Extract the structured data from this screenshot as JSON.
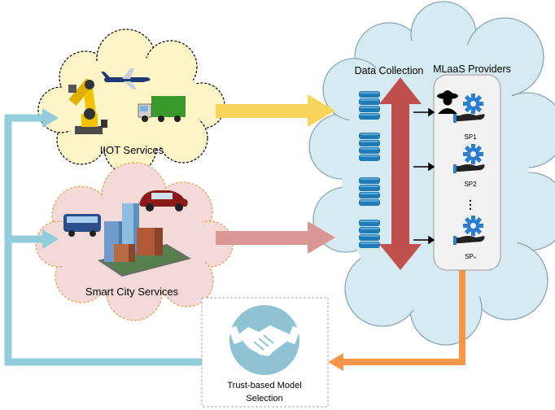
{
  "diagram": {
    "iiot_label": "IIOT Services",
    "smart_city_label": "Smart City Services",
    "data_collection_label": "Data Collection",
    "mlaas_label": "MLaaS Providers",
    "providers": [
      {
        "label": "SP1"
      },
      {
        "label": "SP2"
      },
      {
        "label": "⋮"
      },
      {
        "label": "SPₙ"
      }
    ],
    "trust_label_line1": "Trust-based Model",
    "trust_label_line2": "Selection"
  },
  "colors": {
    "iiot_cloud": "#fdf4c8",
    "smart_cloud": "#f4d9d9",
    "mlaas_cloud": "#d6eaf1",
    "yellow_arrow": "#f9d45a",
    "pink_arrow": "#d99694",
    "red_arrow": "#c0504d",
    "blue_loop": "#92cddc",
    "orange_arrow": "#f79646",
    "database": "#1f7ab6",
    "handshake_circle": "#8fc3d4",
    "provider_panel": "#f2f2f2"
  },
  "icons": {
    "robot_arm": "robot-arm-icon",
    "airplane": "airplane-icon",
    "truck": "truck-icon",
    "bus": "bus-icon",
    "car": "car-icon",
    "buildings": "city-buildings-icon",
    "database": "database-icon",
    "spy": "spy-icon",
    "gear_hand": "gear-hand-icon",
    "handshake": "handshake-icon"
  }
}
